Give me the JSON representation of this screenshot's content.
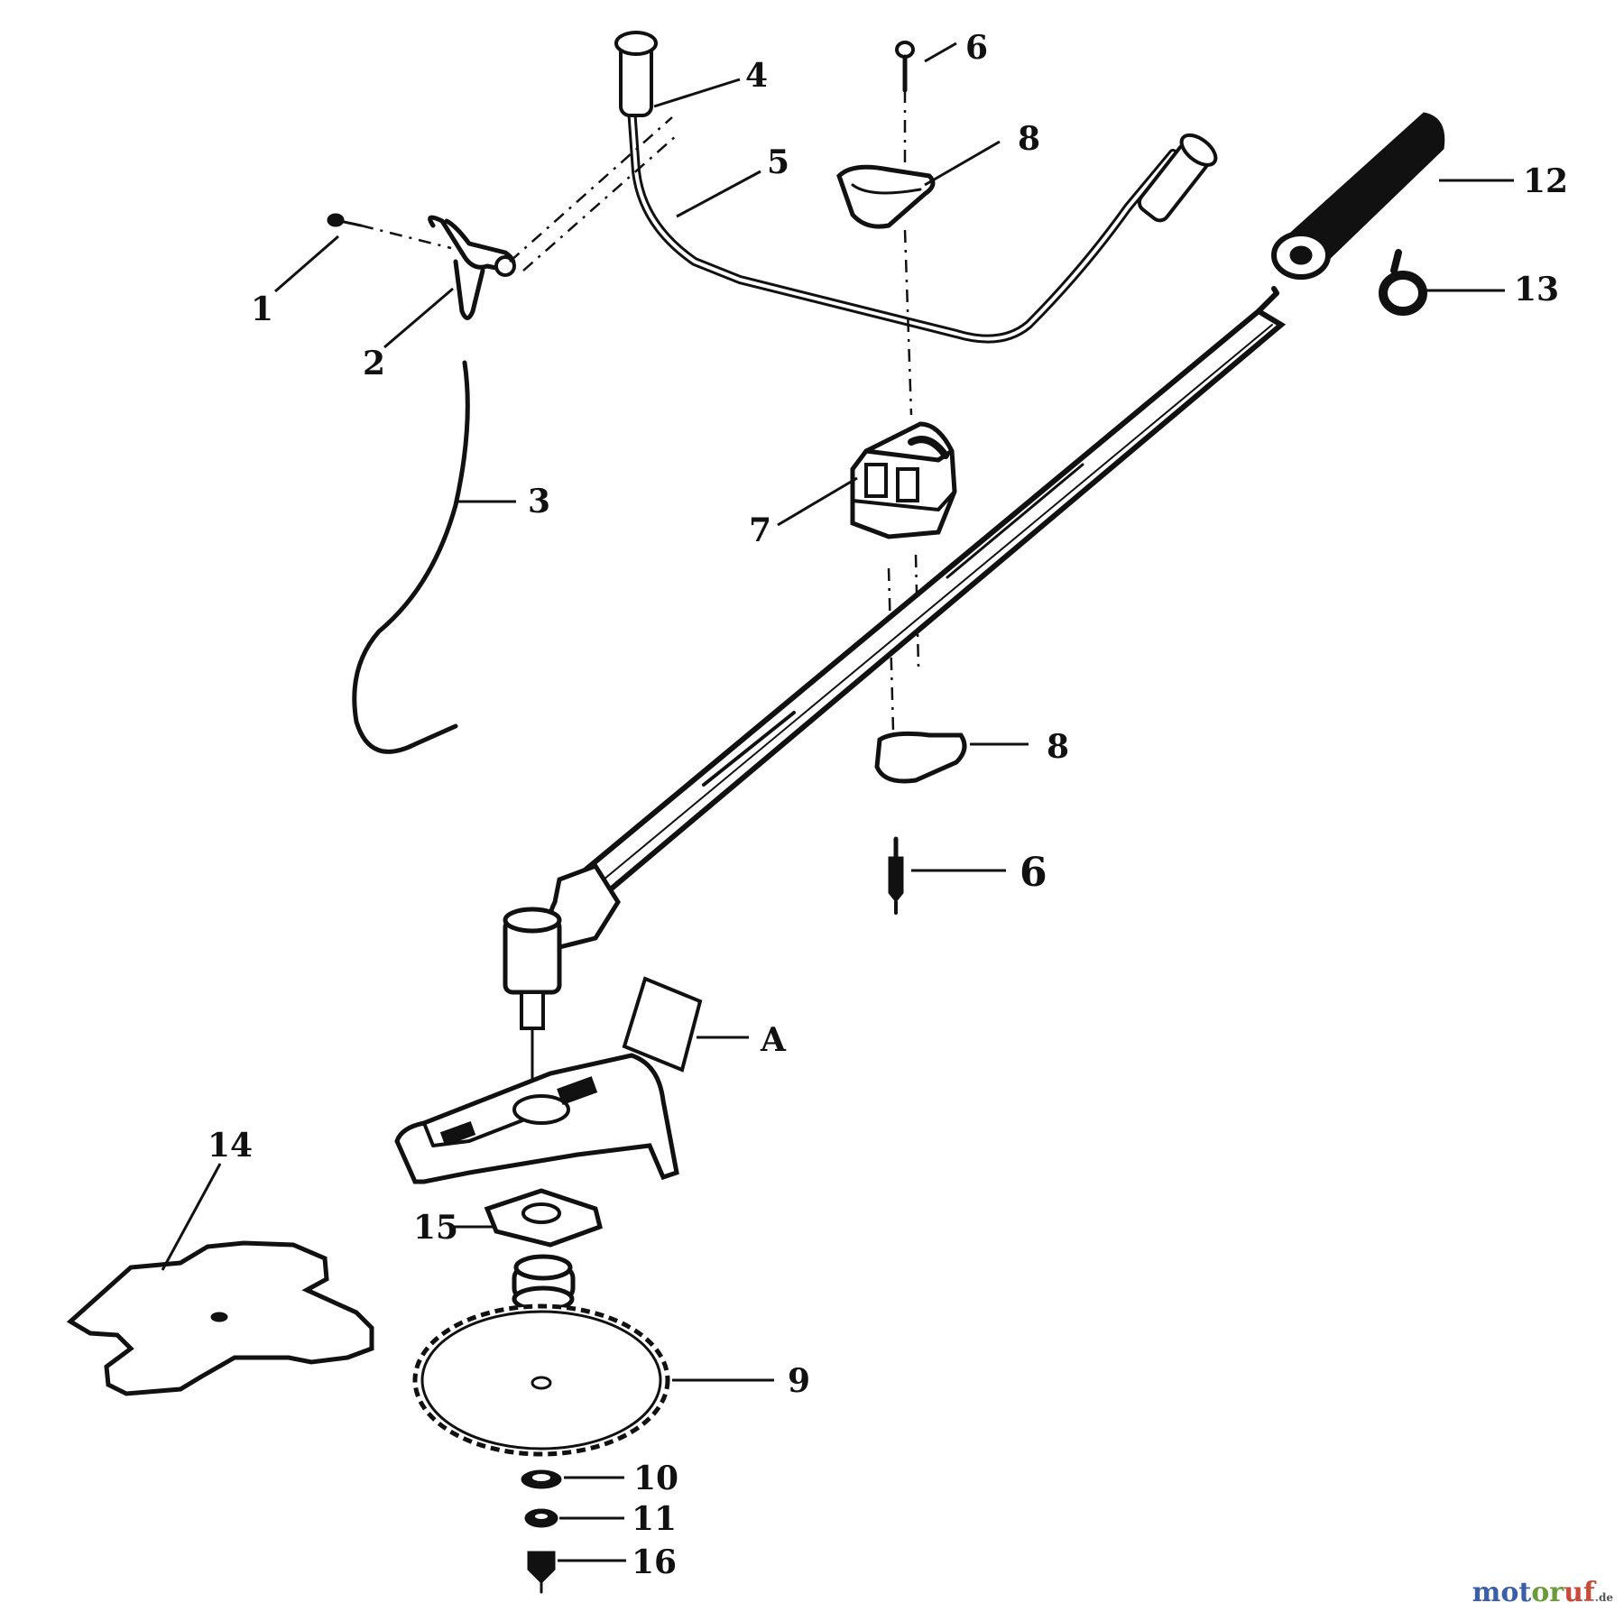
{
  "callouts": {
    "c1": "1",
    "c2": "2",
    "c3": "3",
    "c4": "4",
    "c5": "5",
    "c6a": "6",
    "c6b": "6",
    "c7": "7",
    "c8a": "8",
    "c8b": "8",
    "c9": "9",
    "c10": "10",
    "c11": "11",
    "c12": "12",
    "c13": "13",
    "c14": "14",
    "c15": "15",
    "c16": "16",
    "cA": "A"
  },
  "watermark": {
    "part1": "mot",
    "part2": "or",
    "part3": "uf",
    "part4": ".de"
  },
  "colors": {
    "ink": "#111111",
    "watermark_blue": "#3a5fa8",
    "watermark_green": "#6a9a3a",
    "watermark_red": "#c84a3a"
  }
}
